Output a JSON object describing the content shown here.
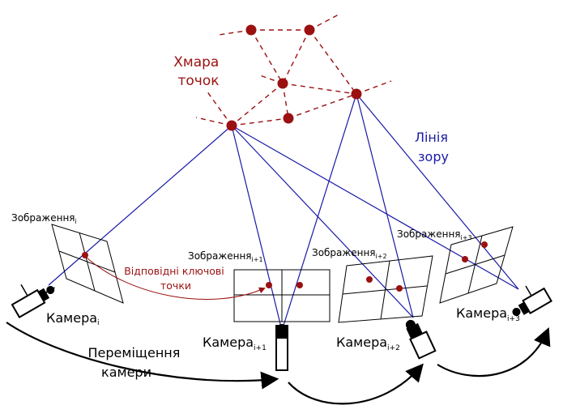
{
  "point_cloud": {
    "label_line1": "Хмара",
    "label_line2": "точок"
  },
  "line_of_sight": {
    "label_line1": "Лінія",
    "label_line2": "зору"
  },
  "correspondences": {
    "label_line1": "Відповідні ключові",
    "label_line2": "точки"
  },
  "camera_motion": {
    "label_line1": "Переміщення",
    "label_line2": "камери"
  },
  "images": [
    {
      "base": "Зображення",
      "sub": "i"
    },
    {
      "base": "Зображення",
      "sub": "i+1"
    },
    {
      "base": "Зображення",
      "sub": "i+2"
    },
    {
      "base": "Зображення",
      "sub": "i+3"
    }
  ],
  "cameras": [
    {
      "base": "Камера",
      "sub": "i"
    },
    {
      "base": "Камера",
      "sub": "i+1"
    },
    {
      "base": "Камера",
      "sub": "i+2"
    },
    {
      "base": "Камера",
      "sub": "i+3"
    }
  ],
  "colors": {
    "point": "#9b1010",
    "ray": "#1a1aa6",
    "cloud_text": "#9b1010",
    "sight_text": "#1a1aa6",
    "ink": "#000000"
  }
}
